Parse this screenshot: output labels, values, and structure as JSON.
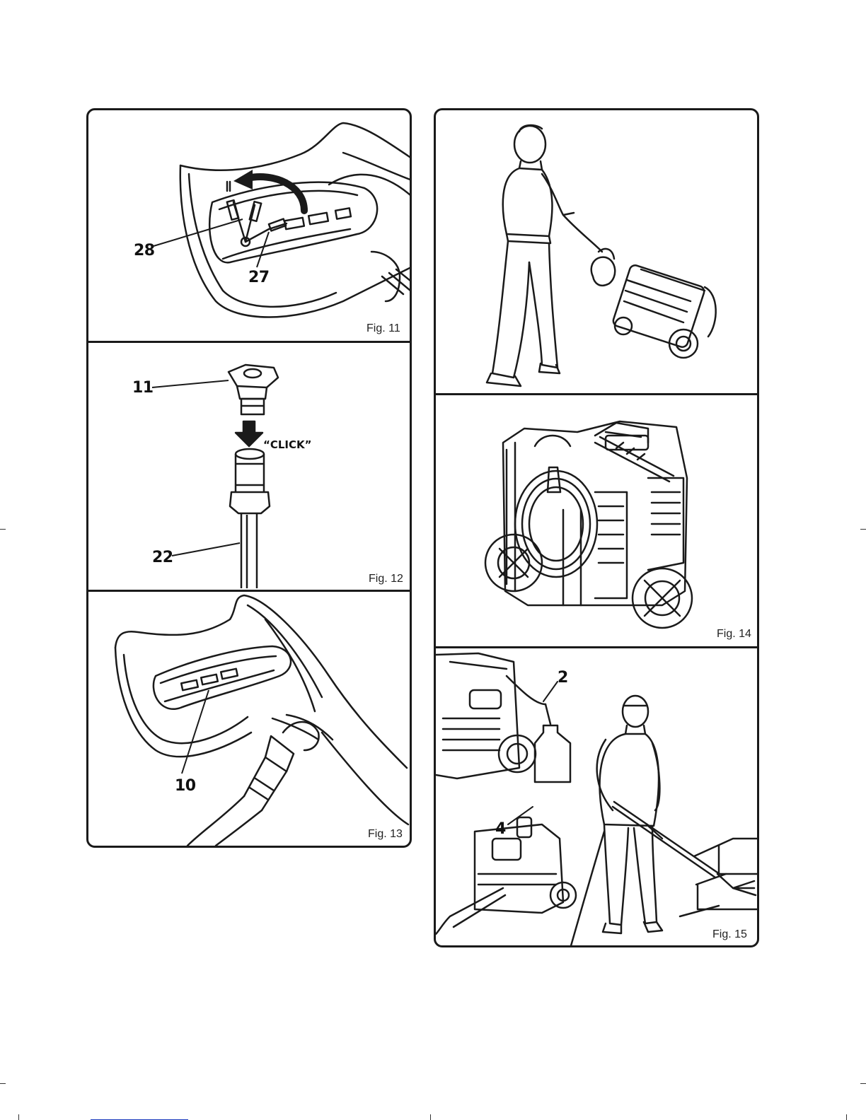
{
  "figures": {
    "fig11": {
      "label": "Fig. 11",
      "callouts": [
        "28",
        "27"
      ]
    },
    "fig12": {
      "label": "Fig. 12",
      "callouts": [
        "11",
        "22"
      ],
      "click_text": "“CLICK”"
    },
    "fig13": {
      "label": "Fig. 13",
      "callouts": [
        "10"
      ]
    },
    "fig14": {
      "label": "Fig. 14"
    },
    "fig15": {
      "label": "Fig. 15",
      "callouts": [
        "2",
        "4"
      ]
    }
  },
  "colors": {
    "ink": "#1a1a1a",
    "link_underline": "#1f3fbf"
  },
  "icons": [
    "arrow-down-icon",
    "curved-arrow-icon"
  ]
}
